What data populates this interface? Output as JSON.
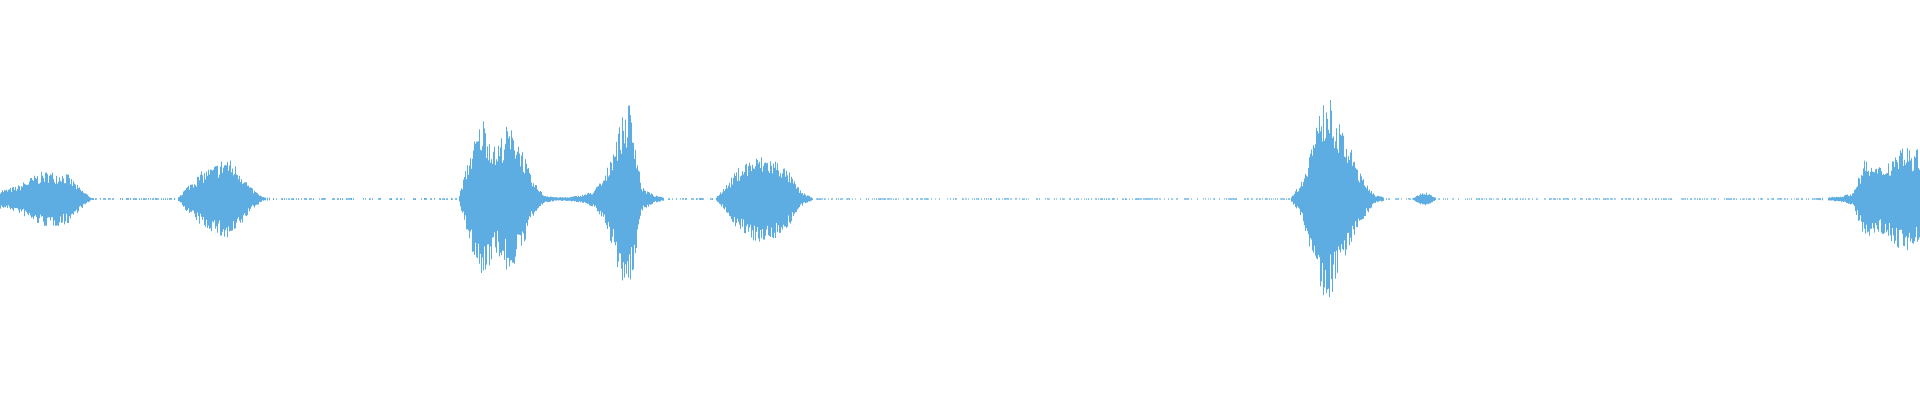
{
  "chart_data": {
    "type": "area",
    "description_kind": "audio-waveform",
    "title": "",
    "xlabel": "",
    "ylabel": "",
    "ylim": [
      -1,
      1
    ],
    "grid": false,
    "color": "#5dade2",
    "background": "#ffffff",
    "envelope_bins": 157,
    "envelope": [
      0.05,
      0.07,
      0.11,
      0.14,
      0.14,
      0.13,
      0.06,
      0.005,
      0.005,
      0.005,
      0.005,
      0.005,
      0.005,
      0.005,
      0.005,
      0.08,
      0.14,
      0.17,
      0.22,
      0.16,
      0.06,
      0.01,
      0.005,
      0.005,
      0.005,
      0.005,
      0.005,
      0.005,
      0.005,
      0.005,
      0.005,
      0.005,
      0.005,
      0.005,
      0.005,
      0.005,
      0.005,
      0.005,
      0.25,
      0.42,
      0.26,
      0.38,
      0.3,
      0.1,
      0.02,
      0.01,
      0.01,
      0.02,
      0.04,
      0.12,
      0.35,
      0.5,
      0.06,
      0.02,
      0.005,
      0.005,
      0.005,
      0.005,
      0.005,
      0.08,
      0.17,
      0.21,
      0.22,
      0.2,
      0.14,
      0.04,
      0.004,
      0.004,
      0.004,
      0.004,
      0.004,
      0.004,
      0.004,
      0.004,
      0.004,
      0.004,
      0.004,
      0.004,
      0.004,
      0.004,
      0.004,
      0.004,
      0.004,
      0.004,
      0.004,
      0.004,
      0.004,
      0.004,
      0.004,
      0.004,
      0.004,
      0.004,
      0.004,
      0.004,
      0.004,
      0.004,
      0.004,
      0.004,
      0.004,
      0.004,
      0.004,
      0.004,
      0.004,
      0.004,
      0.004,
      0.004,
      0.1,
      0.35,
      0.55,
      0.38,
      0.25,
      0.1,
      0.02,
      0.004,
      0.004,
      0.004,
      0.04,
      0.004,
      0.004,
      0.004,
      0.004,
      0.004,
      0.004,
      0.004,
      0.004,
      0.004,
      0.004,
      0.004,
      0.004,
      0.004,
      0.004,
      0.004,
      0.004,
      0.004,
      0.004,
      0.004,
      0.004,
      0.004,
      0.004,
      0.004,
      0.004,
      0.004,
      0.004,
      0.004,
      0.004,
      0.004,
      0.004,
      0.004,
      0.004,
      0.01,
      0.015,
      0.03,
      0.2,
      0.16,
      0.2,
      0.28,
      0.25
    ]
  }
}
